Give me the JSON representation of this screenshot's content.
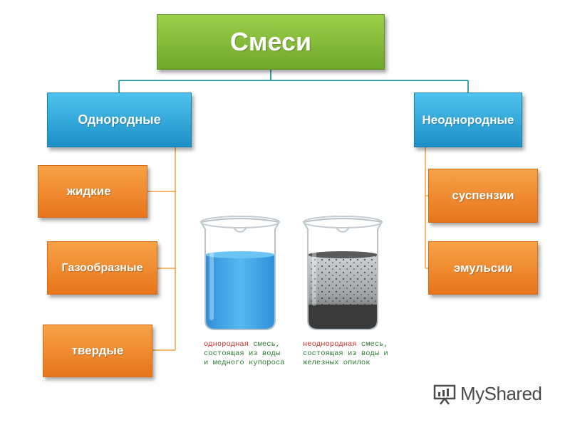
{
  "root": {
    "label": "Смеси"
  },
  "categories": {
    "homogeneous": {
      "label": "Однородные",
      "items": [
        "жидкие",
        "Газообразные",
        "твердые"
      ]
    },
    "heterogeneous": {
      "label": "Неоднородные",
      "items": [
        "суспензии",
        "эмульсии"
      ]
    }
  },
  "captions": {
    "left": {
      "highlight": "однородная",
      "rest_line1": " смесь,",
      "line2": "состоящая из воды",
      "line3": "и медного купороса"
    },
    "right": {
      "highlight": "неоднородная",
      "rest_line1": " смесь,",
      "line2": "состоящая из воды и",
      "line3": "железных опилок"
    }
  },
  "watermark": {
    "text": "MyShared"
  },
  "colors": {
    "root_green": "#7ab83a",
    "category_blue": "#2aa5d9",
    "item_orange": "#ef8a2e",
    "connector": "#3aa0a6",
    "caption_red": "#d32f2f",
    "caption_green": "#2e7d32",
    "copper_solution": "#3aa0e8",
    "iron_mixture": "#4a4a4a"
  }
}
